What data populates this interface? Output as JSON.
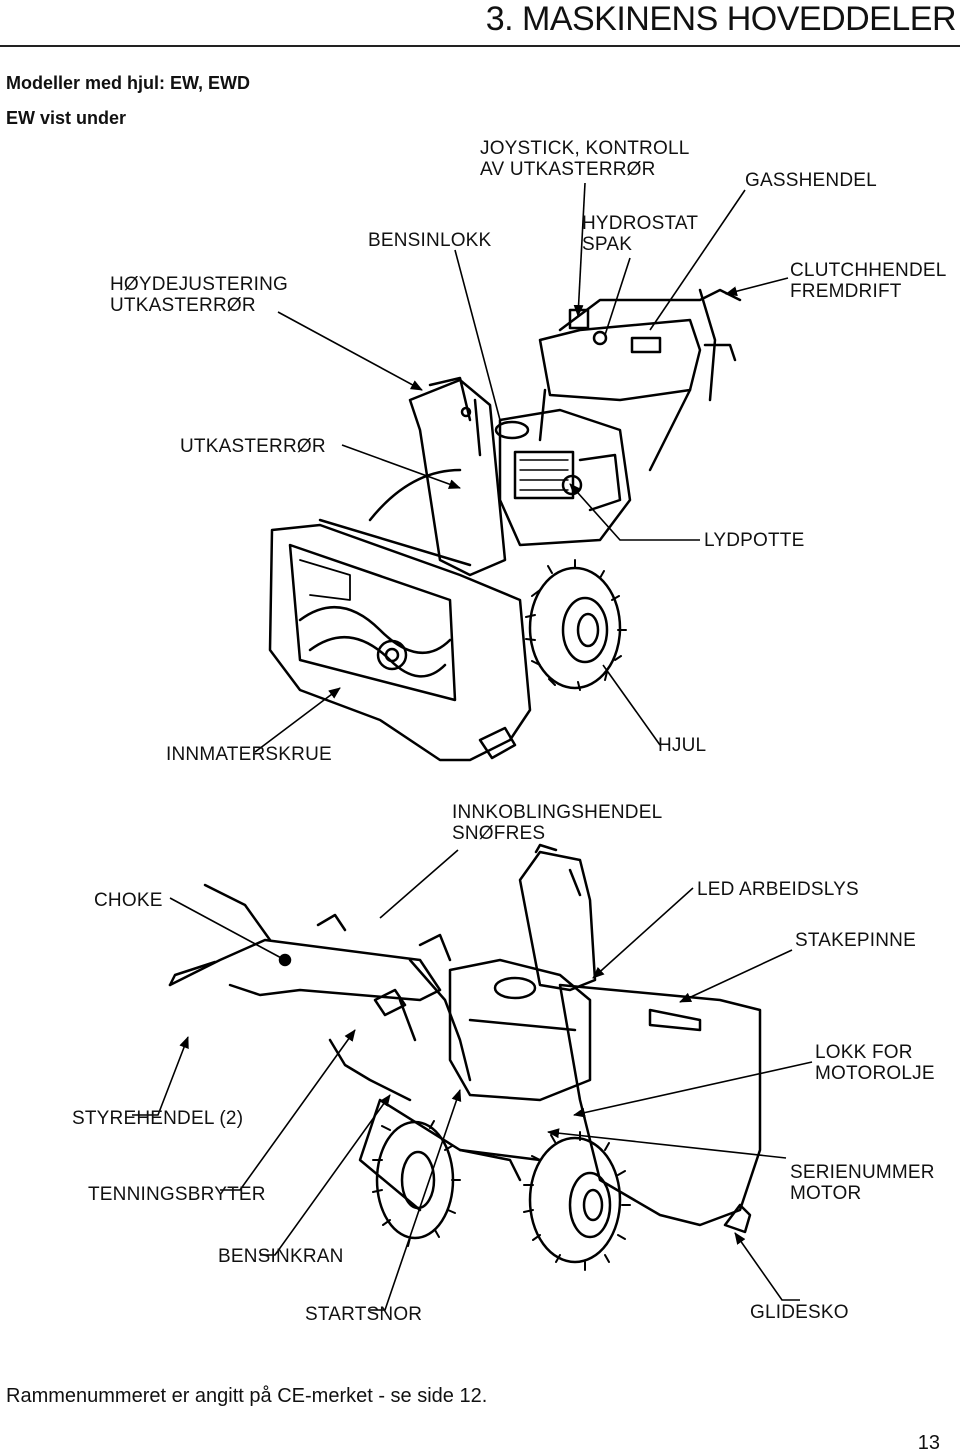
{
  "header": {
    "title": "3. MASKINENS HOVEDDELER",
    "models": "Modeller med hjul: EW, EWD",
    "shown": "EW vist under"
  },
  "labels": {
    "joystick": "JOYSTICK, KONTROLL\nAV UTKASTERRØR",
    "gasshendel": "GASSHENDEL",
    "bensinlokk": "BENSINLOKK",
    "hydrostat": "HYDROSTAT\nSPAK",
    "hoydejustering": "HØYDEJUSTERING\nUTKASTERRØR",
    "clutchhendel": "CLUTCHHENDEL\nFREMDRIFT",
    "utkasterror": "UTKASTERRØR",
    "lydpotte": "LYDPOTTE",
    "innmaterskrue": "INNMATERSKRUE",
    "hjul": "HJUL",
    "innkoblingshendel": "INNKOBLINGSHENDEL\nSNØFRES",
    "choke": "CHOKE",
    "led": "LED ARBEIDSLYS",
    "stakepinne": "STAKEPINNE",
    "lokk": "LOKK FOR\nMOTOROLJE",
    "styrehendel": "STYREHENDEL (2)",
    "tenningsbryter": "TENNINGSBRYTER",
    "serienummer": "SERIENUMMER\nMOTOR",
    "bensinkran": "BENSINKRAN",
    "startsnor": "STARTSNOR",
    "glidesko": "GLIDESKO"
  },
  "footer": {
    "note": "Rammenummeret er angitt på CE-merket - se side 12.",
    "page_number": "13"
  }
}
